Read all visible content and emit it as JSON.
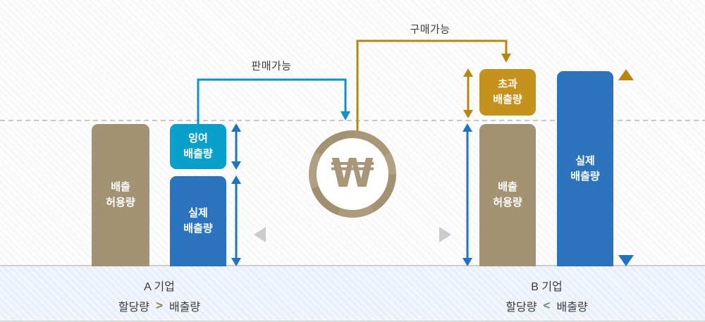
{
  "colors": {
    "tan": "#a79678",
    "bar_brown": "#a39274",
    "cyan": "#0aa0cc",
    "blue": "#2b73bd",
    "gold": "#c5921c",
    "gold_arrow": "#b8860e",
    "blue_arrow": "#1e74c2",
    "sell_line": "#0f93c2",
    "text_dark": "#3c3c3c",
    "op_a": "#8b7f58",
    "op_b": "#7d8085"
  },
  "labels": {
    "sell": "판매가능",
    "buy": "구매가능",
    "won": "₩"
  },
  "company_a": {
    "name": "A 기업",
    "allowance": "배출\n허용량",
    "surplus": "잉여\n배출량",
    "actual": "실제\n배출량",
    "cmp_left": "할당량",
    "cmp_op": ">",
    "cmp_right": "배출량"
  },
  "company_b": {
    "name": "B 기업",
    "allowance": "배출\n허용량",
    "excess": "초과\n배출량",
    "actual": "실제\n배출량",
    "cmp_left": "할당량",
    "cmp_op": "<",
    "cmp_right": "배출량"
  }
}
